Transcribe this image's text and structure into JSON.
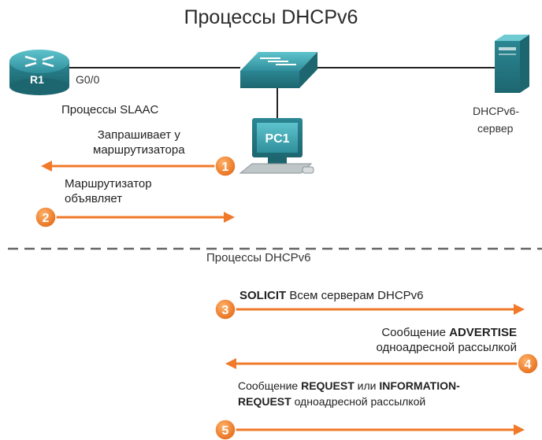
{
  "title": "Процессы DHCPv6",
  "colors": {
    "arrow": "#f07a2a",
    "badge": "#f07a2a",
    "device": "#2f8f9c",
    "divider": "#666666"
  },
  "devices": {
    "router": {
      "label": "R1",
      "port": "G0/0",
      "icon": "router-icon"
    },
    "switch": {
      "icon": "switch-icon"
    },
    "pc": {
      "label": "PC1",
      "icon": "computer-icon"
    },
    "server": {
      "label_line1": "DHCPv6-",
      "label_line2": "сервер",
      "icon": "server-icon"
    }
  },
  "slaac": {
    "heading": "Процессы SLAAC",
    "step1": {
      "number": "1",
      "line1": "Запрашивает у",
      "line2": "маршрутизатора"
    },
    "step2": {
      "number": "2",
      "line1": "Маршрутизатор",
      "line2": "объявляет"
    }
  },
  "dhcp": {
    "heading": "Процессы DHCPv6",
    "step3": {
      "number": "3",
      "bold": "SOLICIT",
      "rest": " Всем серверам DHCPv6"
    },
    "step4": {
      "number": "4",
      "pre": "Сообщение ",
      "bold": "ADVERTISE",
      "line2": "одноадресной рассылкой"
    },
    "step5": {
      "number": "5",
      "pre": "Сообщение ",
      "bold1": "REQUEST",
      "mid": " или ",
      "bold2": "INFORMATION-",
      "bold3": "REQUEST",
      "rest": " одноадресной рассылкой"
    }
  }
}
